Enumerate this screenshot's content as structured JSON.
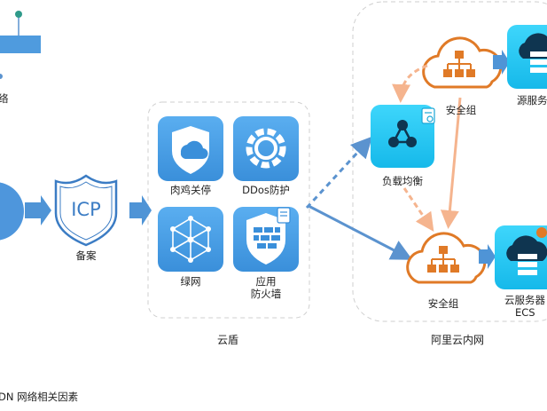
{
  "left": {
    "network_label_partial": "络",
    "cdn_label_partial": "DN 网络相关因素"
  },
  "icp": {
    "text": "ICP",
    "label": "备案"
  },
  "yundun": {
    "label": "云盾",
    "items": [
      {
        "label": "肉鸡关停"
      },
      {
        "label": "DDos防护"
      },
      {
        "label": "绿网"
      },
      {
        "label_line1": "应用",
        "label_line2": "防火墙"
      }
    ]
  },
  "aliyun_intranet": {
    "label": "阿里云内网",
    "load_balancer": {
      "label": "负载均衡"
    },
    "security_group_top": {
      "label": "安全组"
    },
    "security_group_bottom": {
      "label": "安全组"
    },
    "origin_server": {
      "label": "源服务"
    },
    "cloud_server": {
      "label_line1": "云服务器",
      "label_line2": "ECS"
    }
  },
  "colors": {
    "blue": "#3f98e0",
    "cyan": "#1ec8f0",
    "orange": "#e07a27",
    "peach": "#f5b48e",
    "dash_border": "#cfcfcf",
    "arrow_blue": "#5b93cf"
  }
}
